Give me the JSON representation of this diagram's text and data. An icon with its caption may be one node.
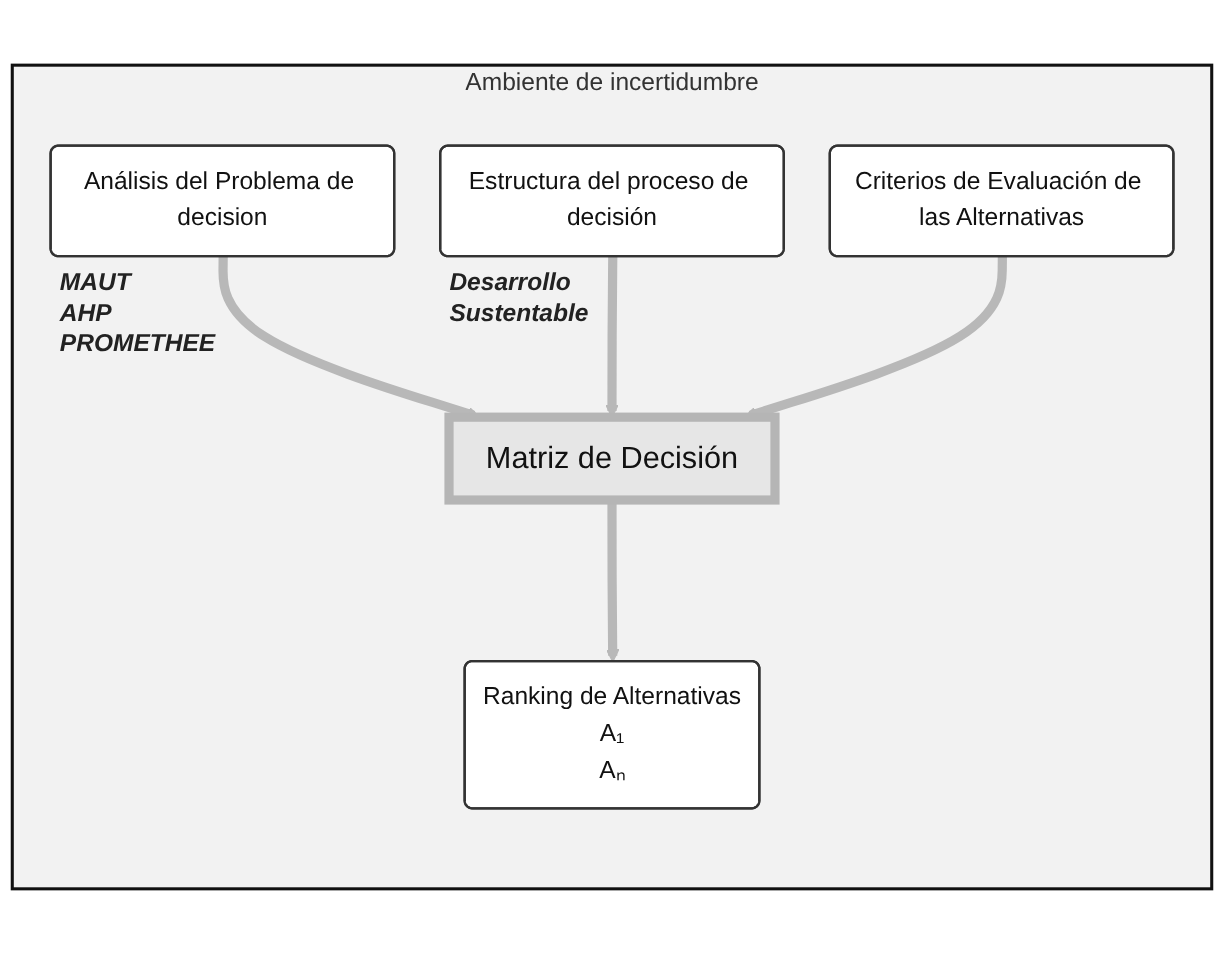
{
  "diagram": {
    "nodes": [
      {
        "text": [
          "Ambiente de incertidumbre"
        ]
      },
      {
        "text": [
          "Análisis del Problema de decision"
        ],
        "in": 0,
        "beside": [
          "MAUT",
          "AHP",
          "PROMETHEE"
        ]
      },
      {
        "text": [
          "Estructura del proceso de decisión"
        ],
        "in": 0,
        "beside": [
          "Desarrollo Sustentable"
        ]
      },
      {
        "text": [
          "Criterios de Evaluación de las Alternativas"
        ],
        "in": 0
      },
      {
        "text": [
          "Matriz de Decisión"
        ],
        "in": 0
      },
      {
        "text": [
          "Ranking de Alternativas",
          "A₁",
          "Aₙ"
        ],
        "in": 0
      }
    ],
    "edges": [
      {
        "from": 1,
        "to": 4,
        "arrow": "to"
      },
      {
        "from": 2,
        "to": 4,
        "arrow": "to"
      },
      {
        "from": 3,
        "to": 4,
        "arrow": "to"
      },
      {
        "from": 4,
        "to": 5,
        "arrow": "to"
      }
    ]
  }
}
